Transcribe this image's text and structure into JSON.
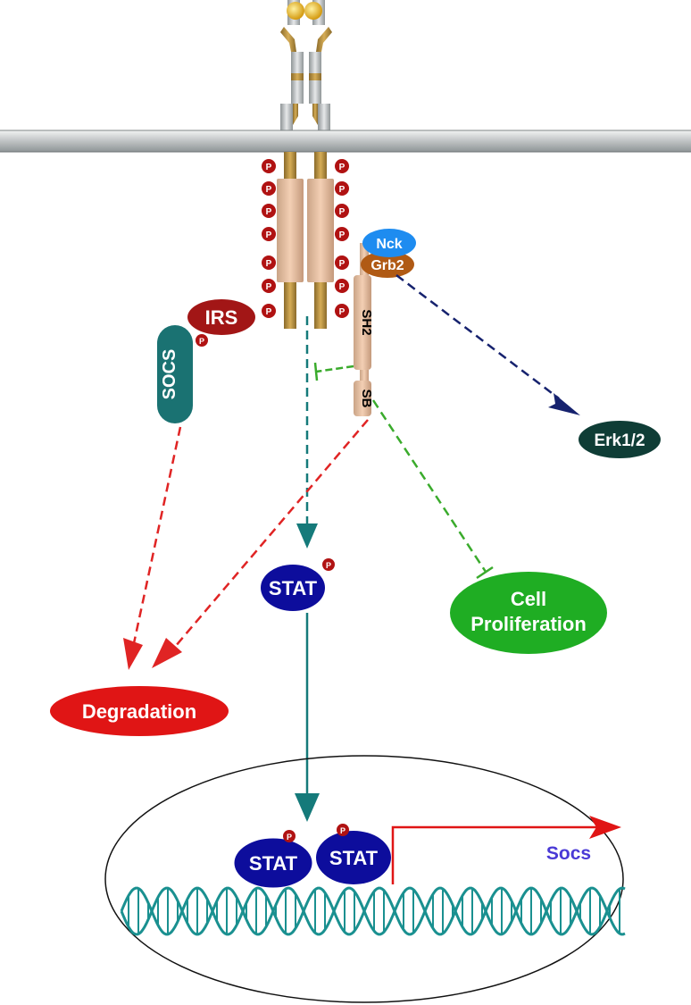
{
  "labels": {
    "nck": "Nck",
    "grb2": "Grb2",
    "irs": "IRS",
    "socs_protein": "SOCS",
    "sh2": "SH2",
    "sb": "SB",
    "erk": "Erk1/2",
    "stat_cytoplasm": "STAT",
    "cell_proliferation_line1": "Cell",
    "cell_proliferation_line2": "Proliferation",
    "degradation": "Degradation",
    "stat_dimer_left": "STAT",
    "stat_dimer_right": "STAT",
    "socs_gene": "Socs",
    "phospho": "P"
  },
  "colors": {
    "membrane": "#bfc4c6",
    "receptor": "#e8b89a",
    "receptor_band": "#c89a3c",
    "phospho": "#b01212",
    "irs": "#a21616",
    "socs": "#1a7272",
    "nck": "#1e8cf0",
    "grb2": "#b05a14",
    "erk": "#0f3d36",
    "stat": "#0d0d9c",
    "proliferation": "#1fad23",
    "degradation": "#e01515",
    "socs_gene_text": "#4a3ad6",
    "dna": "#1a9090",
    "arrow_teal": "#157a7a",
    "arrow_navy": "#16226e",
    "arrow_red": "#e02424",
    "arrow_green": "#3aab2c",
    "transcription_arrow": "#e01515"
  }
}
